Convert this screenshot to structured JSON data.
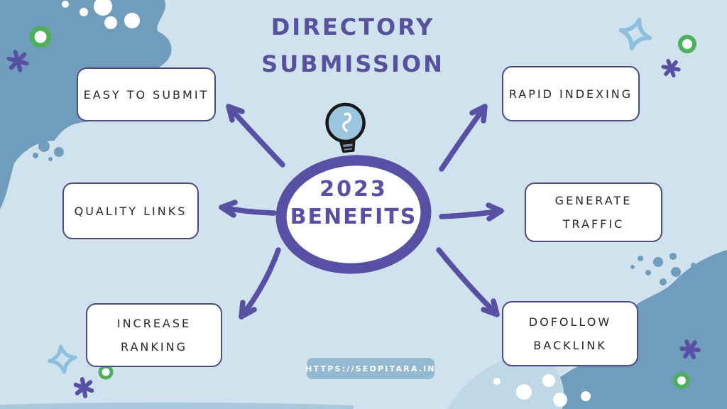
{
  "title": {
    "line1": "DIRECTORY",
    "line2": "SUBMISSION"
  },
  "center": {
    "year": "2023",
    "label": "BENEFITS",
    "icon": "lightbulb-icon"
  },
  "boxes": {
    "top_left": {
      "label": "EASY TO SUBMIT"
    },
    "mid_left": {
      "label": "QUALITY LINKS"
    },
    "bottom_left": {
      "line1": "INCREASE",
      "line2": "RANKING"
    },
    "top_right": {
      "label": "RAPID INDEXING"
    },
    "mid_right": {
      "line1": "GENERATE",
      "line2": "TRAFFIC"
    },
    "bottom_right": {
      "line1": "DOFOLLOW",
      "line2": "BACKLINK"
    }
  },
  "footer": {
    "url": "HTTPS://SEOPITARA.IN"
  },
  "colors": {
    "background": "#cfe2ee",
    "blob": "#6f9dbb",
    "accent_purple": "#5850a5",
    "title_purple": "#57519e",
    "box_border": "#4e4b80",
    "box_text": "#26262b",
    "green_ring": "#4cb05c",
    "sparkle_blue": "#8cc0de",
    "pill_background": "#93b9d3",
    "pill_text": "#ffffff",
    "bulb_fill": "#9cc6e0"
  }
}
